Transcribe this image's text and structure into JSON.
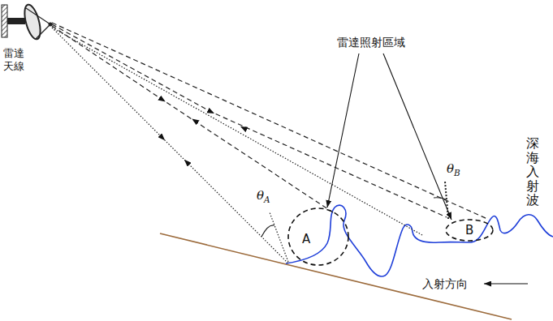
{
  "diagram": {
    "nodes": [
      {
        "text": [
          "A"
        ]
      },
      {
        "text": [
          "B"
        ]
      }
    ],
    "labels": [
      "雷達 天線",
      "雷達照射區域",
      "θA",
      "θB",
      "深海入射波",
      "入射方向"
    ]
  }
}
